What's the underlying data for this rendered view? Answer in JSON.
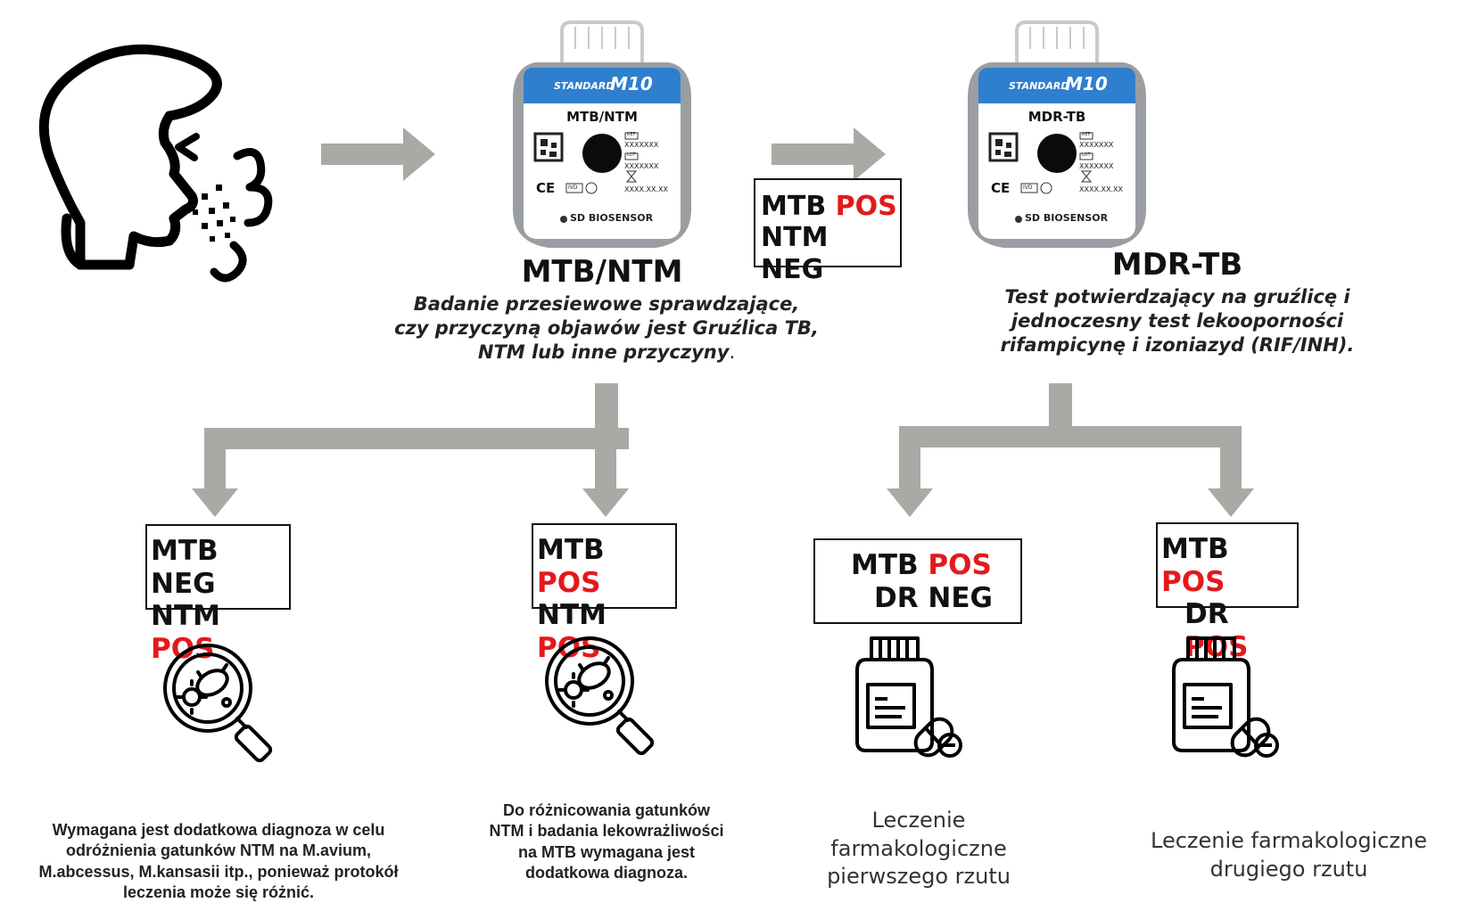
{
  "flow": {
    "screening_cartridge": {
      "brand": "STANDARD",
      "model": "M10",
      "label": "MTB/NTM",
      "ref_code": "XXXXXXX",
      "lot_code": "XXXXXXX",
      "expiry": "XXXX.XX.XX",
      "maker": "SD BIOSENSOR",
      "ref_tag": "REF",
      "lot_tag": "LOT",
      "ivd_tag": "IVD",
      "ce_mark": "CE"
    },
    "screening_title": "MTB/NTM",
    "screening_desc_1": "Badanie przesiewowe sprawdzające,",
    "screening_desc_2": "czy przyczyną objawów jest Gruźlica TB,",
    "screening_desc_3": "NTM lub inne przyczyny",
    "screening_desc_dot": ".",
    "transition_result": {
      "line1_a": "MTB ",
      "line1_b": "POS",
      "line2": "NTM NEG"
    },
    "confirm_cartridge": {
      "brand": "STANDARD",
      "model": "M10",
      "label": "MDR-TB",
      "ref_code": "XXXXXXX",
      "lot_code": "XXXXXXX",
      "expiry": "XXXX.XX.XX",
      "maker": "SD BIOSENSOR",
      "ref_tag": "REF",
      "lot_tag": "LOT",
      "ivd_tag": "IVD",
      "ce_mark": "CE"
    },
    "confirm_title": "MDR-TB",
    "confirm_desc_1": "Test potwierdzający na gruźlicę i",
    "confirm_desc_2": "jednoczesny test lekooporności",
    "confirm_desc_3": "rifampicynę i izoniazyd (RIF/INH)."
  },
  "outcomes": {
    "o1": {
      "l1a": "MTB NEG",
      "l2a": "NTM ",
      "l2b": "POS",
      "note": [
        "Wymagana jest dodatkowa diagnoza w celu",
        "odróżnienia gatunków NTM na M.avium,",
        "M.abcessus, M.kansasii itp., ponieważ protokół",
        "leczenia może się różnić."
      ]
    },
    "o2": {
      "l1a": "MTB ",
      "l1b": "POS",
      "l2a": "NTM ",
      "l2b": "POS",
      "note": [
        "Do różnicowania gatunków",
        "NTM i badania lekowrażliwości",
        "na MTB wymagana jest",
        "dodatkowa diagnoza."
      ]
    },
    "o3": {
      "l1a": "MTB ",
      "l1b": "POS",
      "l2a": "DR NEG",
      "note": [
        "Leczenie",
        "farmakologiczne",
        "pierwszego rzutu"
      ]
    },
    "o4": {
      "l1a": "MTB ",
      "l1b": "POS",
      "l2a": "DR ",
      "l2b": "POS",
      "note": [
        "Leczenie farmakologiczne",
        "drugiego rzutu"
      ]
    }
  },
  "colors": {
    "arrow": "#a9aaa6",
    "positive": "#e3191c",
    "cartridge_blue": "#2f7fcf",
    "cartridge_body": "#9a9ea3"
  },
  "icons": [
    "coughing-person-icon",
    "magnifier-bacteria-icon",
    "medicine-bottle-pills-icon"
  ]
}
